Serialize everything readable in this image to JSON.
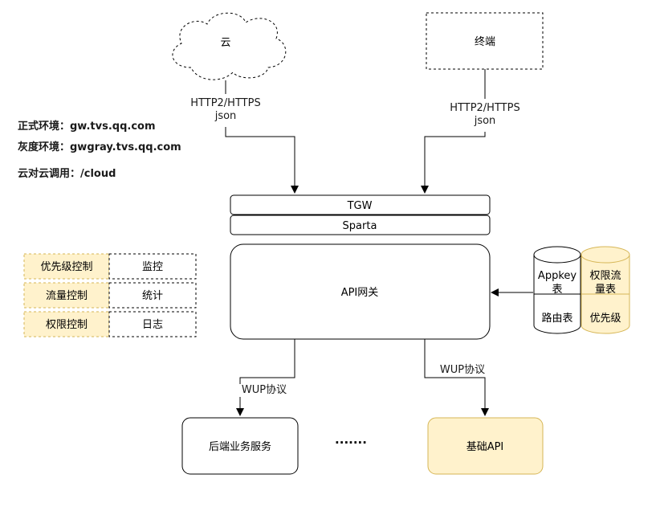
{
  "env_info": {
    "prod_label": "正式环境：gw.tvs.qq.com",
    "gray_label": "灰度环境：gwgray.tvs.qq.com",
    "cloud_call_label": "云对云调用：/cloud"
  },
  "nodes": {
    "cloud": "云",
    "terminal": "终端",
    "tgw": "TGW",
    "sparta": "Sparta",
    "api_gateway": "API网关",
    "backend_service": "后端业务服务",
    "base_api": "基础API",
    "ellipsis": "·······"
  },
  "edges": {
    "cloud_protocol": [
      "HTTP2/HTTPS",
      "json"
    ],
    "terminal_protocol": [
      "HTTP2/HTTPS",
      "json"
    ],
    "backend_protocol": "WUP协议",
    "base_protocol": "WUP协议"
  },
  "features": [
    {
      "control": "优先级控制",
      "aux": "监控"
    },
    {
      "control": "流量控制",
      "aux": "统计"
    },
    {
      "control": "权限控制",
      "aux": "日志"
    }
  ],
  "datastores": {
    "left_top": [
      "Appkey",
      "表"
    ],
    "left_bottom": "路由表",
    "right_top": [
      "权限流",
      "量表"
    ],
    "right_bottom": "优先级"
  },
  "colors": {
    "highlight_fill": "#fff2cc",
    "highlight_stroke": "#d6b656",
    "stroke": "#000000"
  }
}
